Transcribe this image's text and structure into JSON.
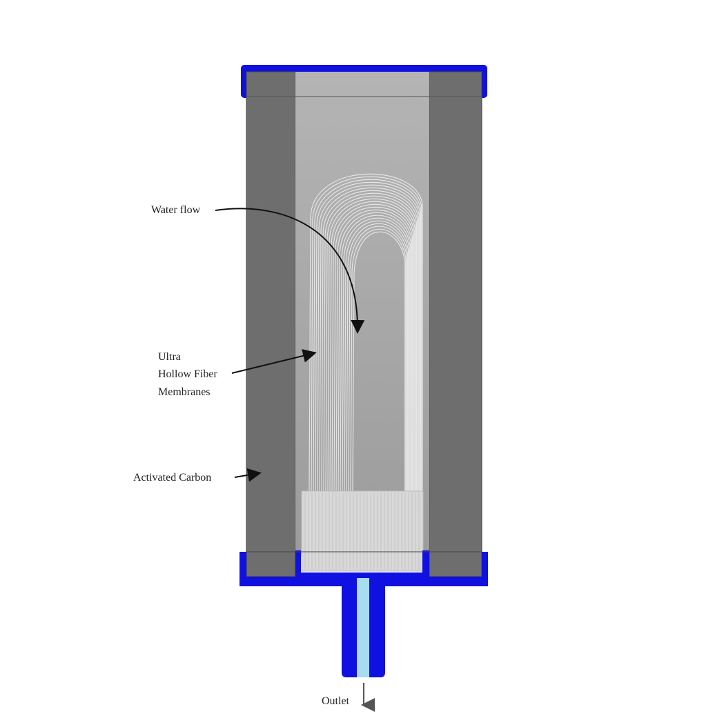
{
  "labels": {
    "water_flow": "Water flow",
    "membranes": [
      "Ultra",
      "Hollow Fiber",
      "Membranes"
    ],
    "activated_carbon": "Activated Carbon",
    "outlet": "Outlet"
  },
  "colors": {
    "cap_blue": "#1010e0",
    "carbon_gray": "#6e6e6e",
    "inner_gray": "#a8a8a8",
    "fiber_white": "#e8e8e8",
    "outlet_channel": "#a8dcef"
  }
}
